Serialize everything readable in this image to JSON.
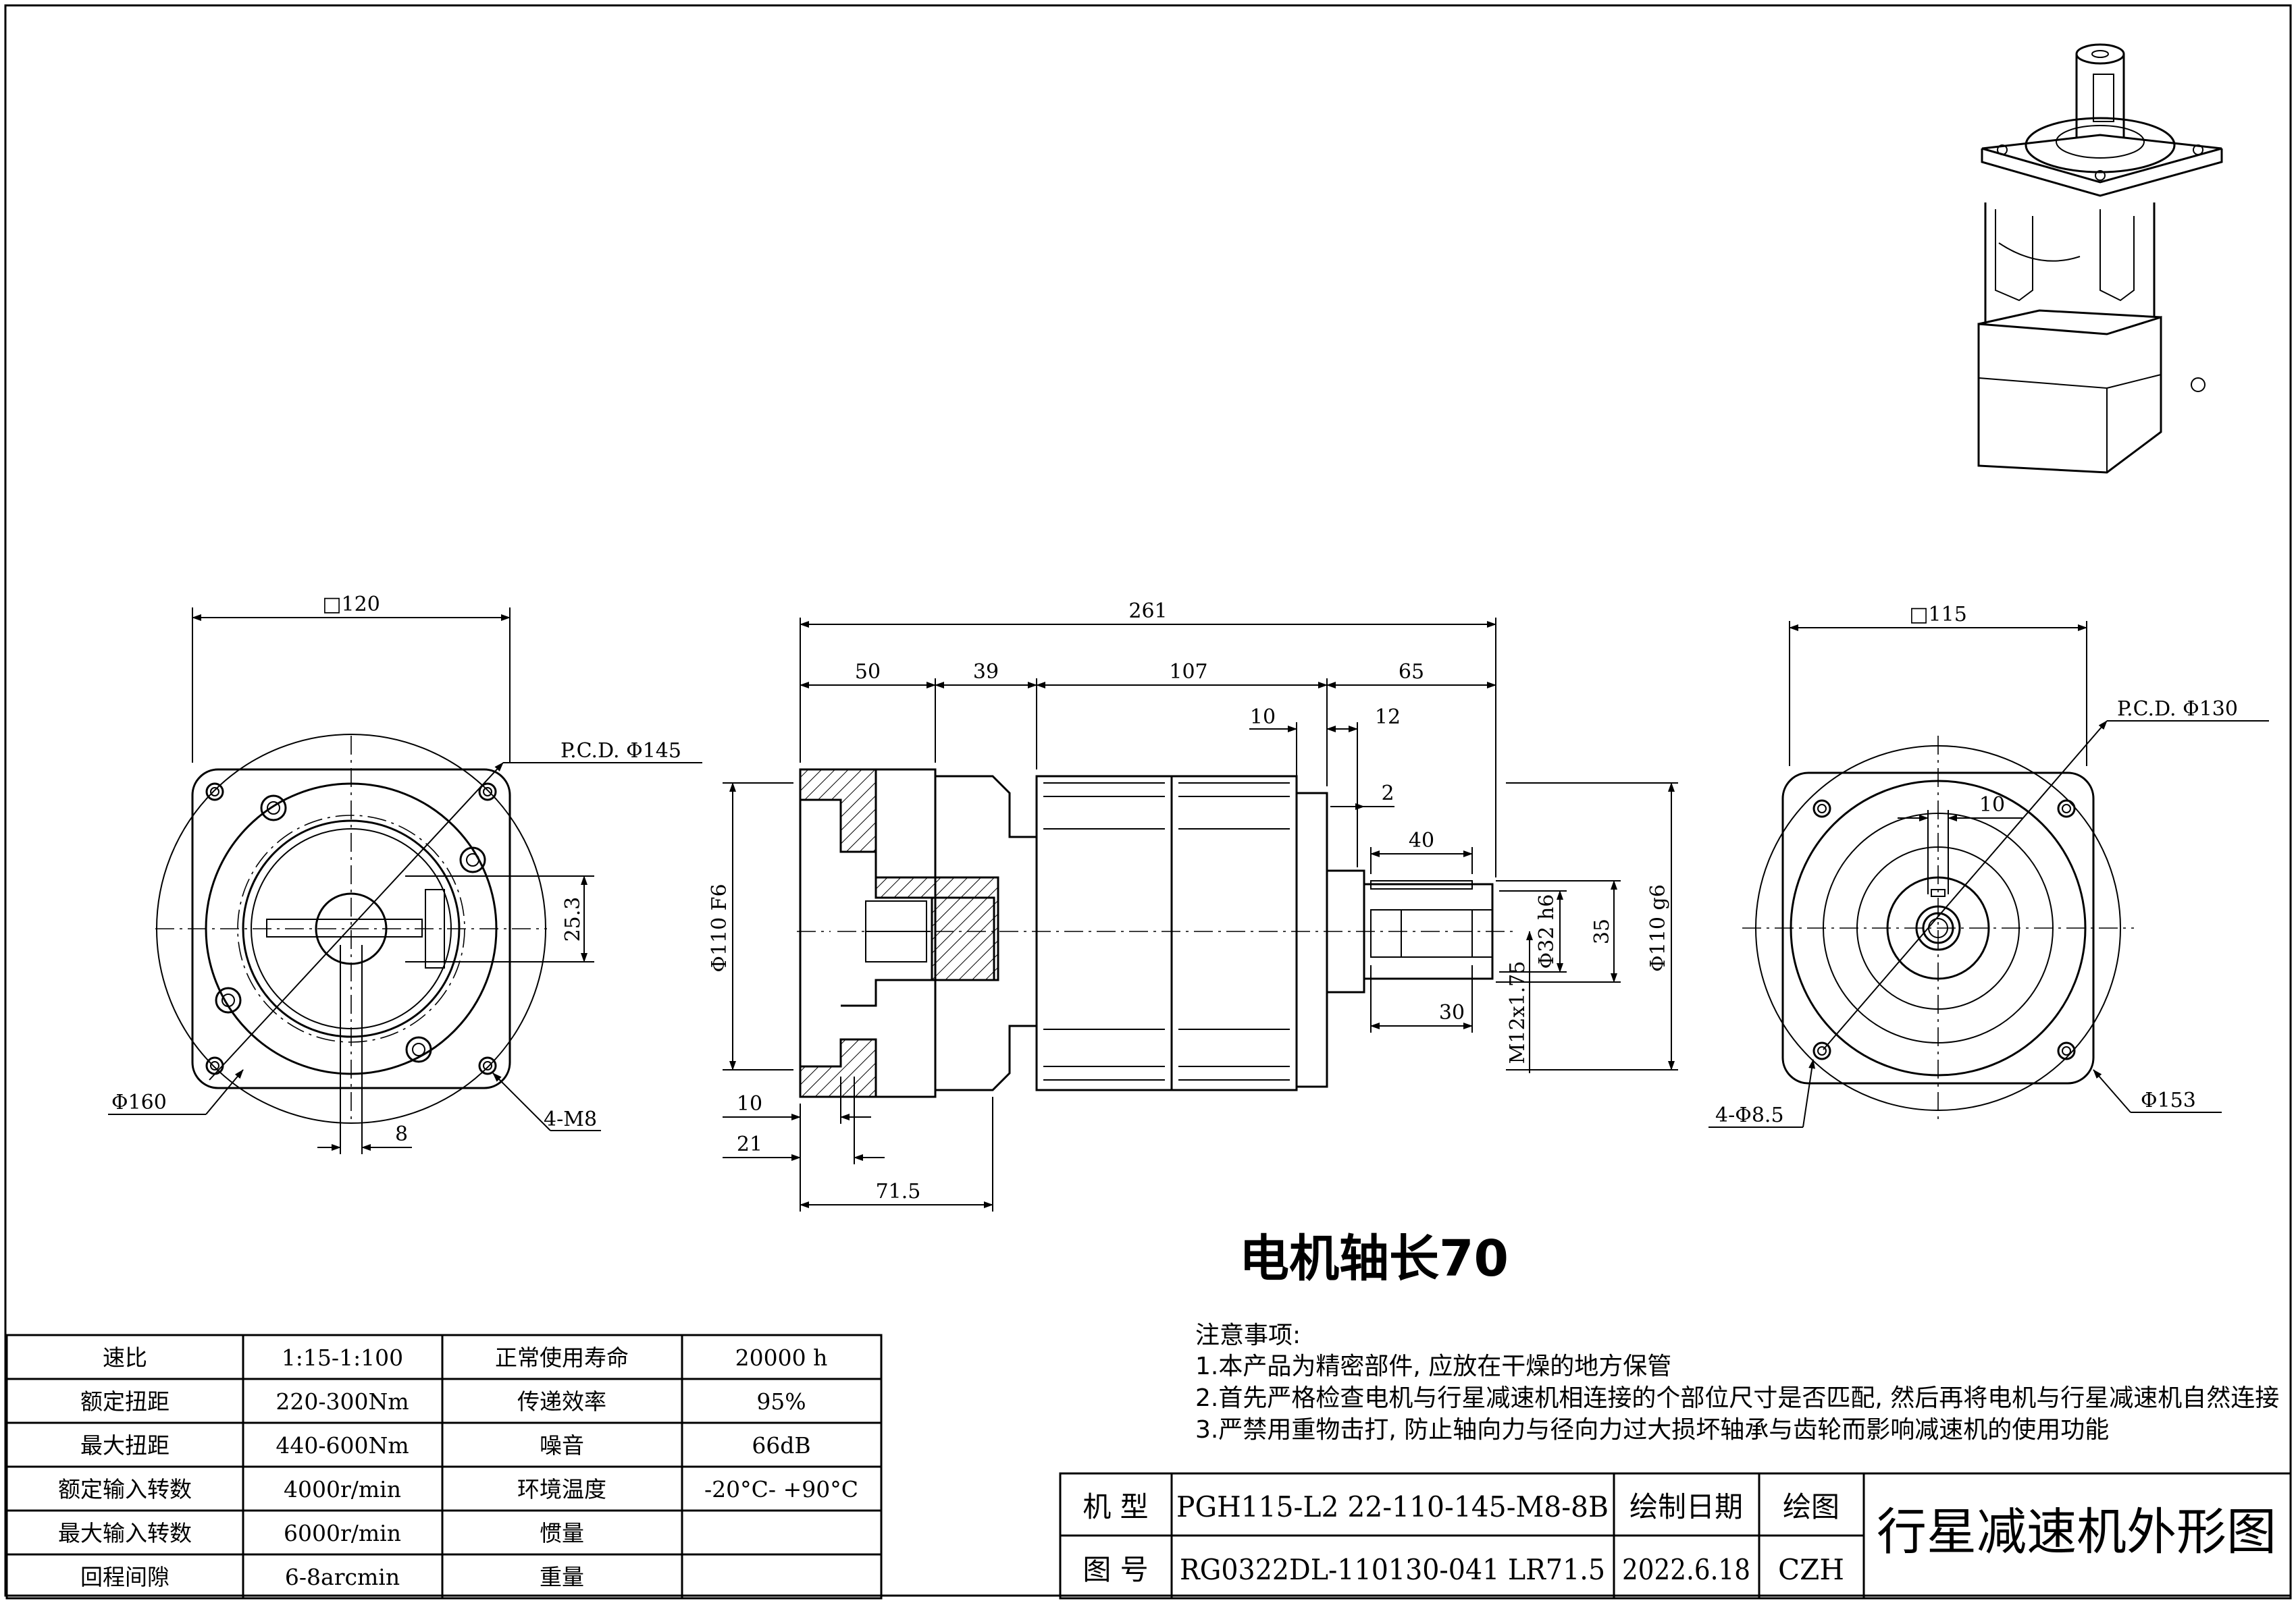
{
  "caption": "电机轴长70",
  "dims": {
    "d_sq120": "□120",
    "d_pcd145": "P.C.D. Φ145",
    "d_253": "25.3",
    "d_160": "Φ160",
    "d_8": "8",
    "d_4m8": "4-M8",
    "d_261": "261",
    "d_50": "50",
    "d_39": "39",
    "d_107": "107",
    "d_65": "65",
    "d_10a": "10",
    "d_12": "12",
    "d_2": "2",
    "d_40": "40",
    "d_30": "30",
    "d_32h6": "Φ32 h6",
    "d_35": "35",
    "d_m12": "M12x1.75",
    "d_110f6": "Φ110 F6",
    "d_110g6": "Φ110 g6",
    "d_10b": "10",
    "d_21": "21",
    "d_715": "71.5",
    "d_sq115": "□115",
    "d_pcd130": "P.C.D. Φ130",
    "d_10c": "10",
    "d_4d85": "4-Φ8.5",
    "d_153": "Φ153"
  },
  "notes": {
    "title": "注意事项:",
    "line1": "1.本产品为精密部件, 应放在干燥的地方保管",
    "line2": "2.首先严格检查电机与行星减速机相连接的个部位尺寸是否匹配, 然后再将电机与行星减速机自然连接",
    "line3": "3.严禁用重物击打, 防止轴向力与径向力过大损坏轴承与齿轮而影响减速机的使用功能"
  },
  "specs": [
    [
      "速比",
      "1:15-1:100",
      "正常使用寿命",
      "20000 h"
    ],
    [
      "额定扭距",
      "220-300Nm",
      "传递效率",
      "95%"
    ],
    [
      "最大扭距",
      "440-600Nm",
      "噪音",
      "66dB"
    ],
    [
      "额定输入转数",
      "4000r/min",
      "环境温度",
      "-20°C- +90°C"
    ],
    [
      "最大输入转数",
      "6000r/min",
      "惯量",
      ""
    ],
    [
      "回程间隙",
      "6-8arcmin",
      "重量",
      ""
    ]
  ],
  "titleblock": {
    "model_label": "机 型",
    "model_value": "PGH115-L2 22-110-145-M8-8B",
    "drawno_label": "图 号",
    "drawno_value": "RG0322DL-110130-041 LR71.5",
    "date_label": "绘制日期",
    "date_value": "2022.6.18",
    "drawer_label": "绘图",
    "drawer_value": "CZH",
    "drawing_title": "行星减速机外形图"
  }
}
